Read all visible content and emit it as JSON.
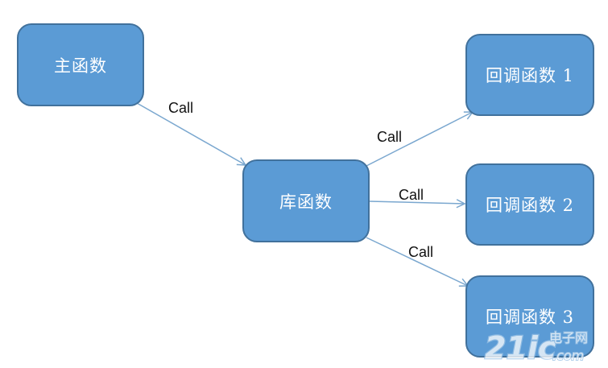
{
  "diagram": {
    "nodes": {
      "main": "主函数",
      "library": "库函数",
      "callback1": "回调函数 1",
      "callback2": "回调函数 2",
      "callback3": "回调函数 3"
    },
    "edges": [
      {
        "from": "main",
        "to": "library",
        "label": "Call"
      },
      {
        "from": "library",
        "to": "callback1",
        "label": "Call"
      },
      {
        "from": "library",
        "to": "callback2",
        "label": "Call"
      },
      {
        "from": "library",
        "to": "callback3",
        "label": "Call"
      }
    ]
  },
  "watermark": {
    "logo_text": "21ic",
    "site_text": "电子网",
    "domain_text": ".com"
  },
  "colors": {
    "node_fill": "#5b9bd5",
    "node_border": "#41719c",
    "edge": "#7aa7cf",
    "node_text": "#ffffff"
  }
}
